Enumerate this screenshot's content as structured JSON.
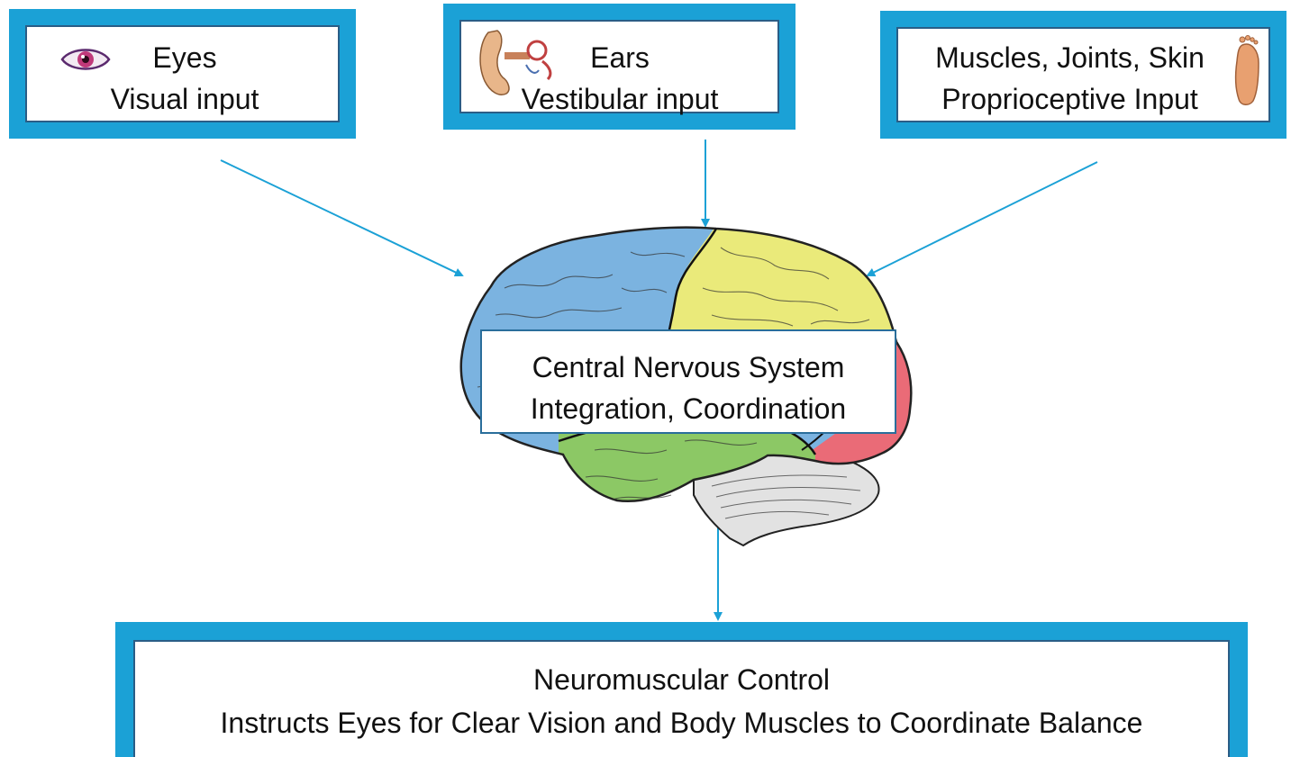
{
  "inputs": {
    "eyes": {
      "title": "Eyes",
      "subtitle": "Visual input",
      "icon": "eye-icon"
    },
    "ears": {
      "title": "Ears",
      "subtitle": "Vestibular input",
      "icon": "ear-anatomy-icon"
    },
    "muscles": {
      "title": "Muscles, Joints, Skin",
      "subtitle": "Proprioceptive Input",
      "icon": "foot-icon"
    }
  },
  "cns": {
    "title": "Central Nervous System",
    "subtitle": "Integration, Coordination",
    "icon": "brain-icon"
  },
  "output": {
    "title": "Neuromuscular Control",
    "subtitle": "Instructs Eyes for Clear Vision and Body Muscles to Coordinate Balance"
  },
  "colors": {
    "frame": "#1ba1d6",
    "arrow": "#1ba1d6",
    "frontal_lobe": "#7bb3e0",
    "parietal_lobe": "#eaea7a",
    "temporal_lobe": "#8cc865",
    "occipital_lobe": "#ea6b77",
    "cerebellum": "#e2e2e2"
  }
}
